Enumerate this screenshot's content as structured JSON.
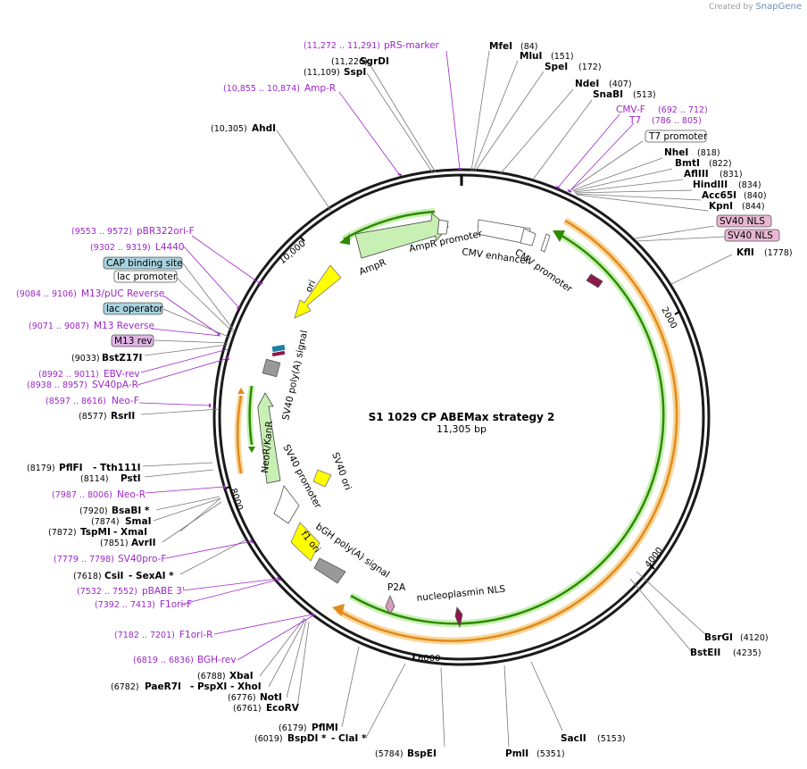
{
  "credit": {
    "prefix": "Created by",
    "brand": "SnapGene"
  },
  "plasmid": {
    "name": "S1 1029 CP ABEMax strategy 2",
    "size": "11,305 bp"
  },
  "ticks": [
    "2000",
    "4000",
    "6000",
    "8000",
    "10,000"
  ],
  "colors": {
    "primer": "#9b27c8",
    "backbone": "#222222",
    "green_feature": "#2e8b00",
    "orange_feature": "#e38a1e"
  },
  "enzymes_right": [
    {
      "name": "MfeI",
      "pos": "(84)"
    },
    {
      "name": "MluI",
      "pos": "(151)"
    },
    {
      "name": "SpeI",
      "pos": "(172)"
    },
    {
      "name": "NdeI",
      "pos": "(407)"
    },
    {
      "name": "SnaBI",
      "pos": "(513)"
    },
    {
      "name": "NheI",
      "pos": "(818)"
    },
    {
      "name": "BmtI",
      "pos": "(822)"
    },
    {
      "name": "AflIII",
      "pos": "(831)"
    },
    {
      "name": "HindIII",
      "pos": "(834)"
    },
    {
      "name": "Acc65I",
      "pos": "(840)"
    },
    {
      "name": "KpnI",
      "pos": "(844)"
    },
    {
      "name": "KflI",
      "pos": "(1778)"
    },
    {
      "name": "BsrGI",
      "pos": "(4120)"
    },
    {
      "name": "BstEII",
      "pos": "(4235)"
    },
    {
      "name": "SacII",
      "pos": "(5153)"
    },
    {
      "name": "PmlI",
      "pos": "(5351)"
    },
    {
      "name": "BspEI",
      "pos": "(5784)"
    }
  ],
  "enzymes_left": [
    {
      "name": "SgrDI",
      "pos": "(11,226)"
    },
    {
      "name": "SspI",
      "pos": "(11,109)"
    },
    {
      "name": "AhdI",
      "pos": "(10,305)"
    },
    {
      "name": "BstZ17I",
      "pos": "(9033)"
    },
    {
      "name": "RsrII",
      "pos": "(8577)"
    },
    {
      "name": "PflFI",
      "pos": "(8179)",
      "alt": "- Tth111I"
    },
    {
      "name": "PstI",
      "pos": "(8114)"
    },
    {
      "name": "BsaBI *",
      "pos": "(7920)"
    },
    {
      "name": "SmaI",
      "pos": "(7874)"
    },
    {
      "name": "TspMI",
      "pos": "(7872)",
      "alt": "- XmaI"
    },
    {
      "name": "AvrII",
      "pos": "(7851)"
    },
    {
      "name": "CsiI",
      "pos": "(7618)",
      "alt": "- SexAI *"
    },
    {
      "name": "XbaI",
      "pos": "(6788)"
    },
    {
      "name": "PaeR7I",
      "pos": "(6782)",
      "alt": "- PspXI  - XhoI"
    },
    {
      "name": "NotI",
      "pos": "(6776)"
    },
    {
      "name": "EcoRV",
      "pos": "(6761)"
    },
    {
      "name": "PflMI",
      "pos": "(6179)"
    },
    {
      "name": "BspDI *",
      "pos": "(6019)",
      "alt": "- ClaI *"
    }
  ],
  "primers": [
    {
      "name": "pRS-marker",
      "pos": "(11,272 .. 11,291)"
    },
    {
      "name": "Amp-R",
      "pos": "(10,855 .. 10,874)"
    },
    {
      "name": "CMV-F",
      "pos": "(692 .. 712)"
    },
    {
      "name": "T7",
      "pos": "(786 .. 805)"
    },
    {
      "name": "pBR322ori-F",
      "pos": "(9553 .. 9572)"
    },
    {
      "name": "L4440",
      "pos": "(9302 .. 9319)"
    },
    {
      "name": "M13/pUC Reverse",
      "pos": "(9084 .. 9106)"
    },
    {
      "name": "M13 Reverse",
      "pos": "(9071 .. 9087)"
    },
    {
      "name": "EBV-rev",
      "pos": "(8992 .. 9011)"
    },
    {
      "name": "SV40pA-R",
      "pos": "(8938 .. 8957)"
    },
    {
      "name": "Neo-F",
      "pos": "(8597 .. 8616)"
    },
    {
      "name": "Neo-R",
      "pos": "(7987 .. 8006)"
    },
    {
      "name": "SV40pro-F",
      "pos": "(7779 .. 7798)"
    },
    {
      "name": "pBABE 3'",
      "pos": "(7532 .. 7552)"
    },
    {
      "name": "F1ori-F",
      "pos": "(7392 .. 7413)"
    },
    {
      "name": "F1ori-R",
      "pos": "(7182 .. 7201)"
    },
    {
      "name": "BGH-rev",
      "pos": "(6819 .. 6836)"
    }
  ],
  "boxed_labels": [
    {
      "name": "T7 promoter",
      "style": "white"
    },
    {
      "name": "SV40 NLS",
      "style": "pink"
    },
    {
      "name": "SV40 NLS",
      "style": "pink"
    },
    {
      "name": "CAP binding site",
      "style": "blue"
    },
    {
      "name": "lac promoter",
      "style": "white"
    },
    {
      "name": "lac operator",
      "style": "blue"
    },
    {
      "name": "M13 rev",
      "style": "violet"
    }
  ],
  "features": [
    "AmpR promoter",
    "AmpR",
    "CMV enhancer",
    "CMV promoter",
    "ori",
    "SV40 poly(A) signal",
    "NeoR/KanR",
    "SV40 promoter",
    "SV40 ori",
    "f1 ori",
    "bGH poly(A) signal",
    "P2A",
    "nucleoplasmin NLS"
  ]
}
